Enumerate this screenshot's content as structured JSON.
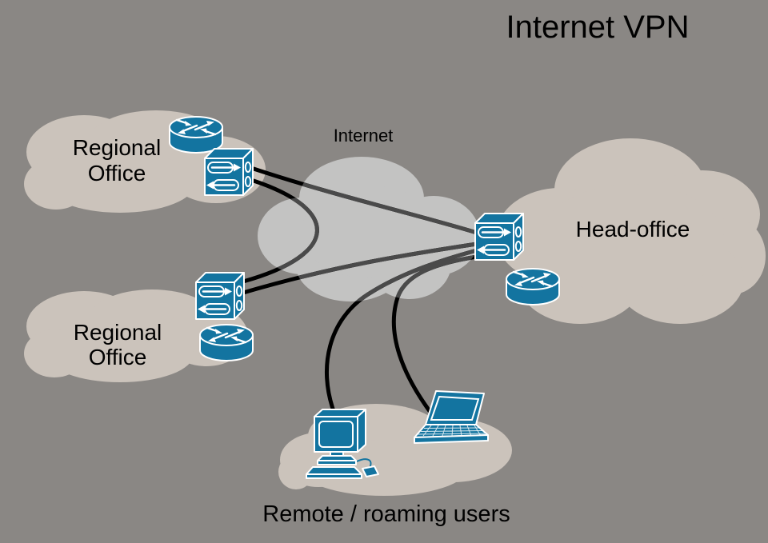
{
  "labels": {
    "title": "Internet VPN",
    "internet": "Internet",
    "regional_top": {
      "line1": "Regional",
      "line2": "Office"
    },
    "regional_bottom": {
      "line1": "Regional",
      "line2": "Office"
    },
    "head_office": "Head-office",
    "remote_users": "Remote / roaming users"
  },
  "colors": {
    "background": "#8a8784",
    "office_cloud": "#cbc3bb",
    "internet_cloud": "#c3c3c2",
    "device_blue": "#1374a0",
    "device_outline": "#ffffff",
    "tunnel_line": "#000000",
    "tunnel_line_in_cloud": "#4a4a4a",
    "text": "#000000"
  },
  "nodes": [
    {
      "id": "regional-office-top",
      "label": "Regional Office",
      "devices": [
        "router",
        "vpn-gateway"
      ]
    },
    {
      "id": "regional-office-bottom",
      "label": "Regional Office",
      "devices": [
        "vpn-gateway",
        "router"
      ]
    },
    {
      "id": "internet",
      "label": "Internet",
      "devices": []
    },
    {
      "id": "head-office",
      "label": "Head-office",
      "devices": [
        "vpn-gateway",
        "router"
      ]
    },
    {
      "id": "remote-roaming-users",
      "label": "Remote / roaming users",
      "devices": [
        "desktop-computer",
        "laptop"
      ]
    }
  ],
  "connections": [
    {
      "from": "regional-office-top",
      "to": "head-office",
      "via": "internet"
    },
    {
      "from": "regional-office-top",
      "to": "regional-office-bottom",
      "via": "internet"
    },
    {
      "from": "regional-office-bottom",
      "to": "head-office",
      "via": "internet"
    },
    {
      "from": "desktop-computer",
      "to": "head-office",
      "via": "internet"
    },
    {
      "from": "laptop",
      "to": "head-office",
      "via": "internet"
    }
  ],
  "icons": {
    "router": "router-icon",
    "vpn_gateway": "vpn-gateway-icon",
    "desktop": "desktop-computer-icon",
    "laptop": "laptop-icon"
  }
}
